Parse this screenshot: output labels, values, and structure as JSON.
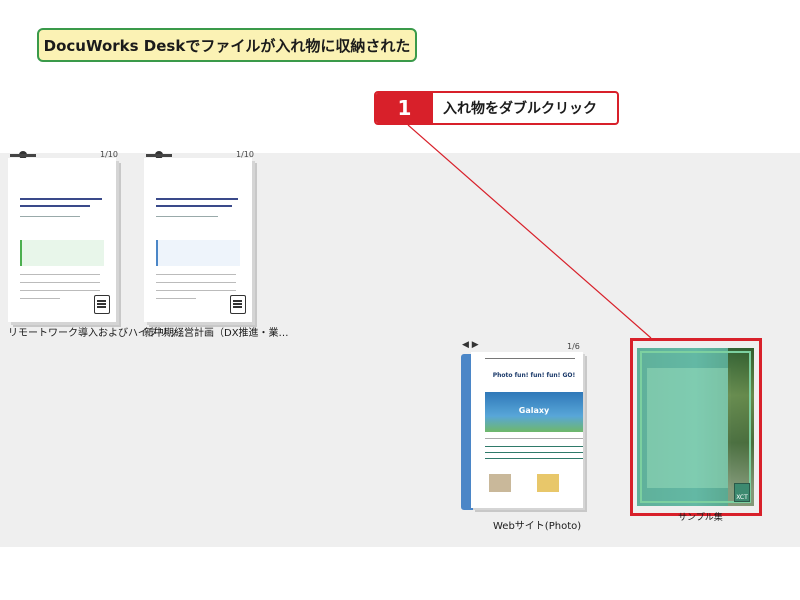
{
  "title_box": {
    "text": "DocuWorks Deskでファイルが入れ物に収納された"
  },
  "step": {
    "number": "1",
    "label": "入れ物をダブルクリック"
  },
  "documents": [
    {
      "label": "リモートワーク導入およびハイブリッ…",
      "page": "1/10"
    },
    {
      "label": "新中期経営計画（DX推進・業…",
      "page": "1/10"
    }
  ],
  "binder": {
    "label": "Webサイト(Photo)",
    "page": "1/6",
    "site_title": "Photo fun! fun! fun! GO!",
    "banner_text": "Galaxy"
  },
  "selected_folder": {
    "label": "サンプル集",
    "icon": "xdw-file-icon"
  },
  "colors": {
    "accent_red": "#d8202a",
    "title_border": "#3a9a4a",
    "title_bg": "#fbf2b4",
    "desk_bg": "#efefef"
  }
}
